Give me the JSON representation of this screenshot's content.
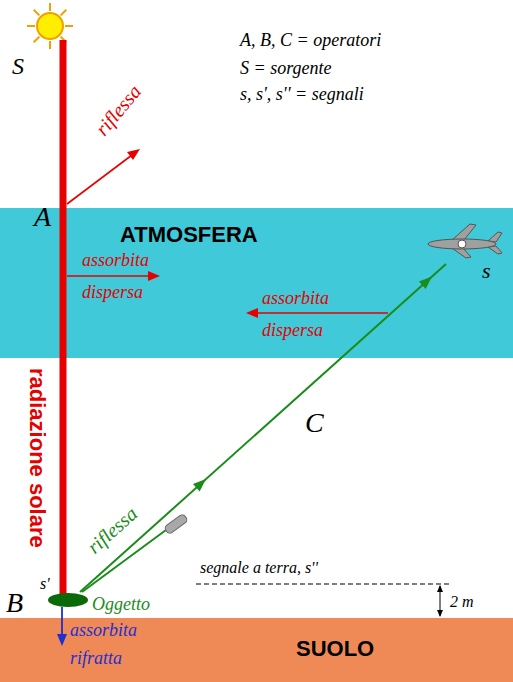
{
  "diagram": {
    "nodes": [
      {
        "text": [
          "ATMOSFERA"
        ]
      },
      {
        "text": [
          "SUOLO"
        ]
      }
    ],
    "labels": [
      "S",
      "riflessa",
      "A, B, C = operatori",
      "S = sorgente",
      "s, s', s'' = segnali",
      "A",
      "assorbita dispersa",
      "s",
      "assorbita dispersa",
      "radiazione solare",
      "C",
      "riflessa",
      "segnale a terra, s''",
      "2 m",
      "B",
      "s'",
      "Oggetto",
      "assorbita rifratta"
    ]
  }
}
